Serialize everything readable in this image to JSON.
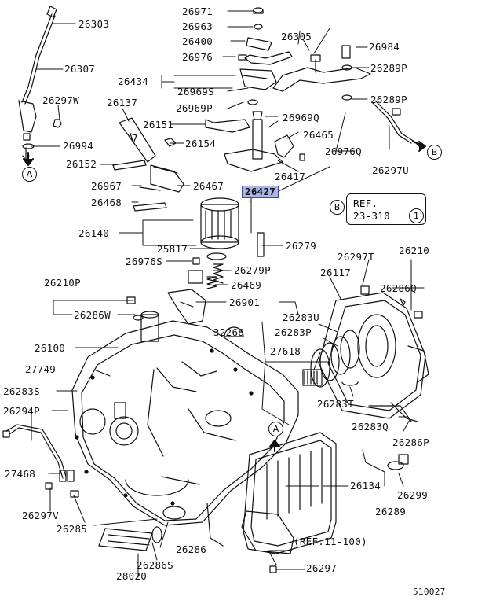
{
  "highlighted_part": "26427",
  "figure_number": "510027",
  "ref_box": {
    "title": "REF.",
    "number": "23-310",
    "circle": "1",
    "marker": "B"
  },
  "ref_note": "(REF.11-100)",
  "connectors": {
    "a_top": "A",
    "a_mid": "A",
    "b_right": "B"
  },
  "colors": {
    "highlight_fill": "#aab6e8",
    "highlight_border": "#3a4a9a",
    "line": "#111111"
  },
  "labels": [
    "26303",
    "26307",
    "26297W",
    "26994",
    "26137",
    "26151",
    "26154",
    "26152",
    "26967",
    "26468",
    "26467",
    "26427",
    "26140",
    "25817",
    "26976S",
    "26279P",
    "26279",
    "26469",
    "26901",
    "26210P",
    "26286W",
    "32268",
    "26100",
    "27749",
    "26283S",
    "26294P",
    "27468",
    "26297V",
    "26285",
    "26286",
    "26286S",
    "28020",
    "26297",
    "26134",
    "26289",
    "26299",
    "26286P",
    "26283Q",
    "26283T",
    "27618",
    "26283P",
    "26283U",
    "26117",
    "26297T",
    "26210",
    "26286Q",
    "26971",
    "26963",
    "26400",
    "26976",
    "26434",
    "26969S",
    "26969P",
    "26969Q",
    "26465",
    "26417",
    "26976Q",
    "26297U",
    "26305",
    "26984",
    "26289P",
    "26289P"
  ]
}
